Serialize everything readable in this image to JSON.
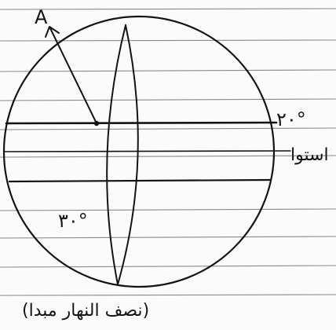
{
  "diagram": {
    "point_label": "A",
    "latitude_top": "٢٠°",
    "latitude_left": "٣٠°",
    "equator_label": "استوا",
    "meridian_caption": "(نصف النهار مبدا)"
  }
}
